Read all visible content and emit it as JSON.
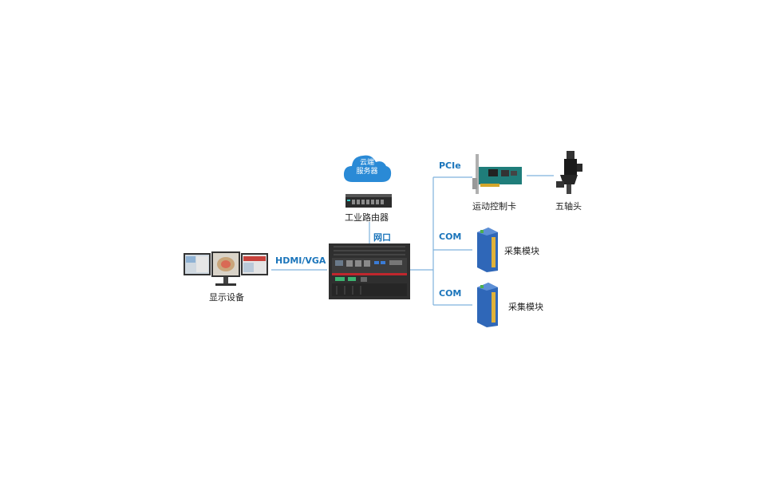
{
  "colors": {
    "line": "#7fb2dd",
    "accent": "#1b75bb",
    "cloud": "#2a8ad6"
  },
  "cloud": {
    "line1": "云端",
    "line2": "服务器"
  },
  "router": {
    "label": "工业路由器"
  },
  "display": {
    "label": "显示设备"
  },
  "links": {
    "network": "网口",
    "video": "HDMI/VGA",
    "pcie": "PCIe",
    "com1": "COM",
    "com2": "COM"
  },
  "motion_card": {
    "label": "运动控制卡"
  },
  "five_axis": {
    "label": "五轴头"
  },
  "acq1": {
    "label": "采集模块"
  },
  "acq2": {
    "label": "采集模块"
  }
}
